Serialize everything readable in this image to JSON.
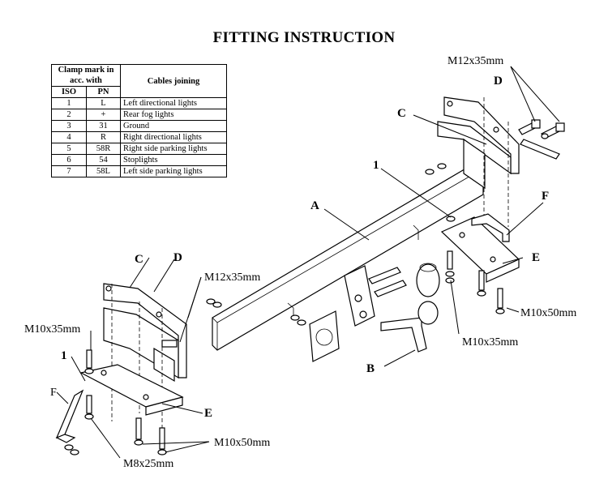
{
  "title": "FITTING INSTRUCTION",
  "table": {
    "header_clamp": "Clamp mark in acc. with",
    "header_cables": "Cables joining",
    "sub_iso": "ISO",
    "sub_pn": "PN",
    "rows": [
      {
        "iso": "1",
        "pn": "L",
        "desc": "Left directional lights"
      },
      {
        "iso": "2",
        "pn": "+",
        "desc": "Rear fog lights"
      },
      {
        "iso": "3",
        "pn": "31",
        "desc": "Ground"
      },
      {
        "iso": "4",
        "pn": "R",
        "desc": "Right directional lights"
      },
      {
        "iso": "5",
        "pn": "58R",
        "desc": "Right side parking lights"
      },
      {
        "iso": "6",
        "pn": "54",
        "desc": "Stoplights"
      },
      {
        "iso": "7",
        "pn": "58L",
        "desc": "Left side parking lights"
      }
    ]
  },
  "labels": {
    "m12_top": "M12x35mm",
    "d_top": "D",
    "c_top": "C",
    "one_top": "1",
    "f_right": "F",
    "a": "A",
    "e_right": "E",
    "c_left": "C",
    "d_left": "D",
    "m12_left": "M12x35mm",
    "m10x50_right": "M10x50mm",
    "m10x35_left": "M10x35mm",
    "m10x35_right": "M10x35mm",
    "one_left": "1",
    "b": "B",
    "f_left": "F",
    "e_left": "E",
    "m10x50_left": "M10x50mm",
    "m8x25": "M8x25mm"
  }
}
